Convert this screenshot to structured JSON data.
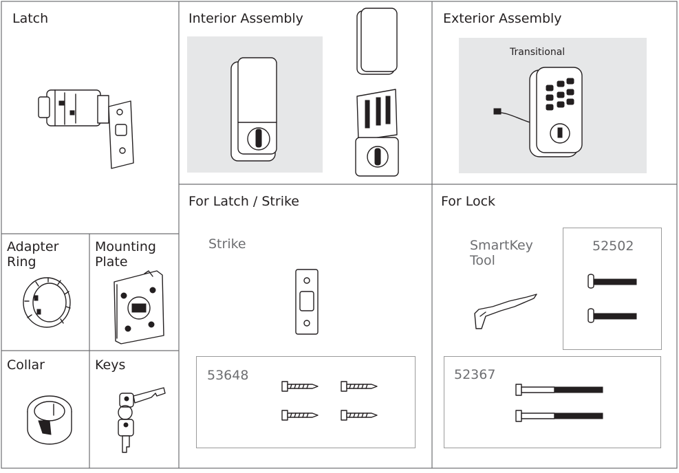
{
  "sections": {
    "latch": {
      "title": "Latch"
    },
    "adapter_ring": {
      "title": "Adapter\nRing"
    },
    "mounting_plate": {
      "title": "Mounting\nPlate"
    },
    "collar": {
      "title": "Collar"
    },
    "keys": {
      "title": "Keys"
    },
    "interior_assembly": {
      "title": "Interior Assembly"
    },
    "exterior_assembly": {
      "title": "Exterior Assembly",
      "caption": "Transitional"
    },
    "latch_strike": {
      "title": "For Latch / Strike",
      "strike_label": "Strike",
      "screw_pack_id": "53648"
    },
    "for_lock": {
      "title": "For Lock",
      "tool_label": "SmartKey\nTool",
      "screw_pack_a_id": "52502",
      "screw_pack_b_id": "52367"
    }
  },
  "colors": {
    "line": "#231f20",
    "panel_gray": "#e6e7e8",
    "secondary_text": "#6d6e71",
    "box_border": "#9a9a9a"
  }
}
